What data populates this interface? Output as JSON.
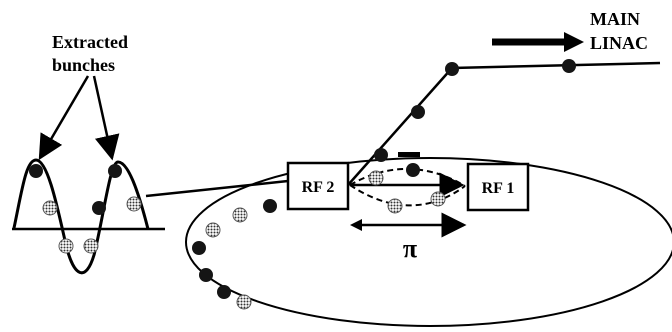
{
  "labels": {
    "extracted_line1": "Extracted",
    "extracted_line2": "bunches",
    "main_line1": "MAIN",
    "main_line2": "LINAC",
    "rf2": "RF 2",
    "rf1": "RF 1",
    "pi": "π"
  },
  "colors": {
    "ink": "#000000",
    "solid_bunch": "#151515",
    "hatched_bunch": "#8a8a8a",
    "background": "#ffffff"
  }
}
